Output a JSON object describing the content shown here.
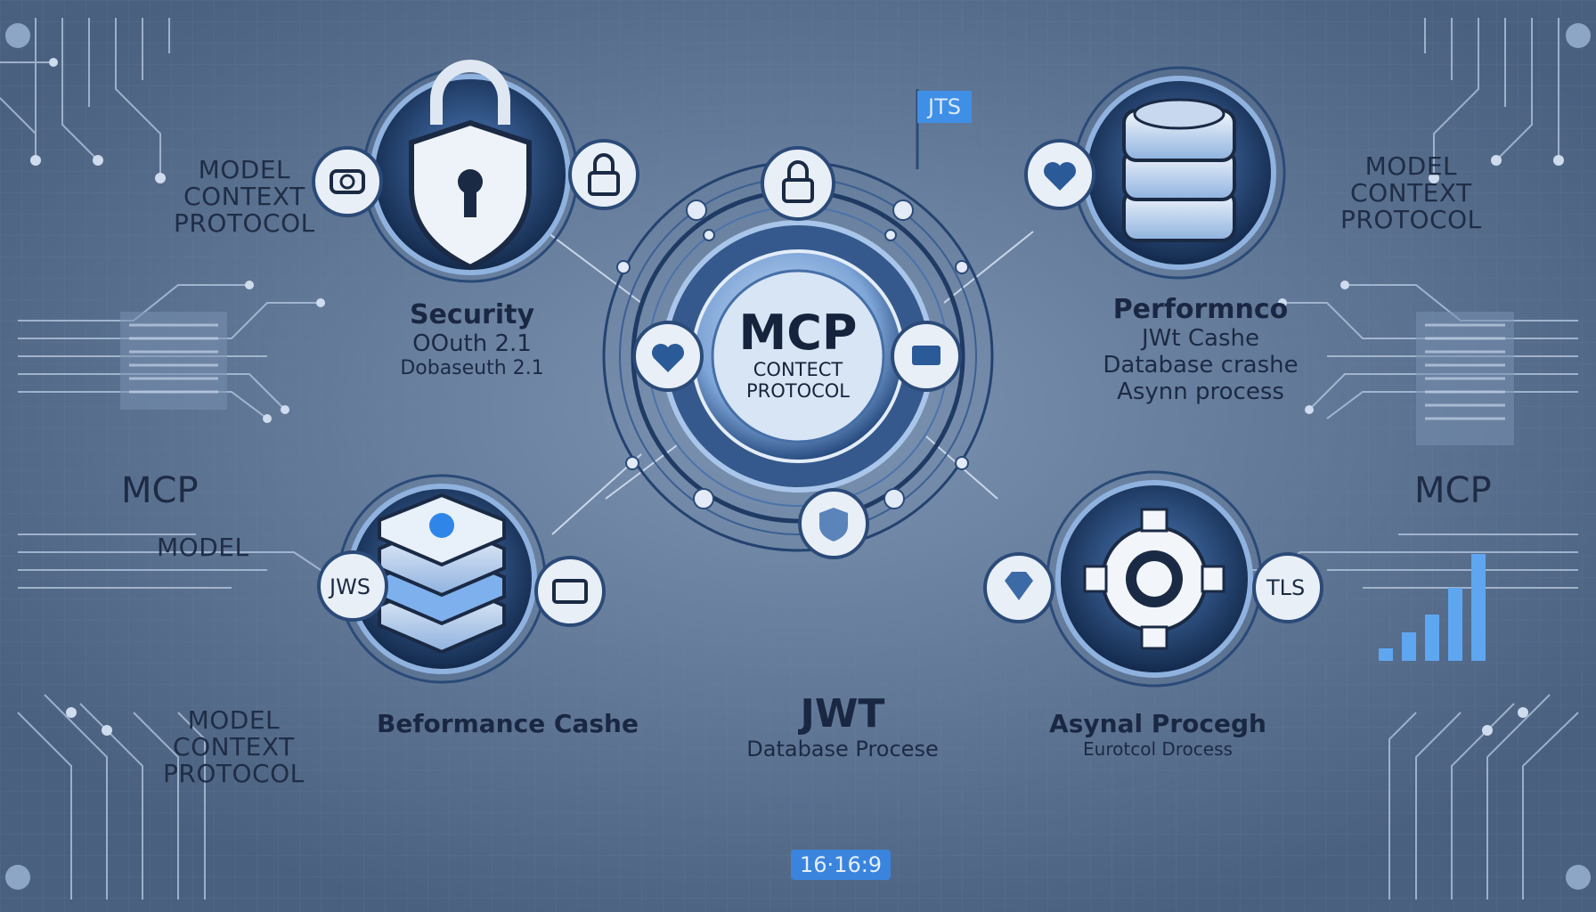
{
  "side_labels": {
    "top_left": "MODEL\nCONTEXT\nPROTOCOL",
    "top_right": "MODEL\nCONTEXT\nPROTOCOL",
    "mid_left_mcp": "MCP",
    "mid_right_mcp": "MCP",
    "mid_left_model": "MODEL",
    "bottom_left": "MODEL\nCONTEXT\nPROTOCOL"
  },
  "hub": {
    "title": "MCP",
    "line1": "CONTECT",
    "line2": "PROTOCOL"
  },
  "flag": "JTS",
  "badges": {
    "jws": "JWS",
    "tls": "TLS"
  },
  "security": {
    "title": "Security",
    "line1": "OOuth 2.1",
    "line2": "Dobaseuth 2.1"
  },
  "performance": {
    "title": "Performnco",
    "line1": "JWt Cashe",
    "line2": "Database crashe",
    "line3": "Asynn process"
  },
  "beformance": {
    "title": "Beformance Cashe"
  },
  "jwt": {
    "title": "JWT",
    "line1": "Database Procese"
  },
  "asynal": {
    "title": "Asynal Procegh",
    "line1": "Eurotcol Drocess"
  },
  "version": "16·16:9",
  "colors": {
    "background": "#4f6787",
    "accent": "#3f8fe6",
    "node_ring": "#1b3a66",
    "node_fill": "#e9eff7"
  }
}
